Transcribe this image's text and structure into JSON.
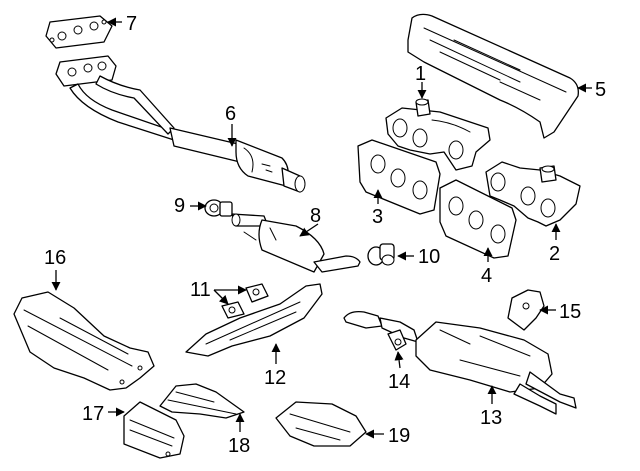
{
  "diagram": {
    "type": "exploded parts diagram",
    "callouts": [
      {
        "id": "1",
        "label": "1"
      },
      {
        "id": "2",
        "label": "2"
      },
      {
        "id": "3",
        "label": "3"
      },
      {
        "id": "4",
        "label": "4"
      },
      {
        "id": "5",
        "label": "5"
      },
      {
        "id": "6",
        "label": "6"
      },
      {
        "id": "7",
        "label": "7"
      },
      {
        "id": "8",
        "label": "8"
      },
      {
        "id": "9",
        "label": "9"
      },
      {
        "id": "10",
        "label": "10"
      },
      {
        "id": "11",
        "label": "11"
      },
      {
        "id": "12",
        "label": "12"
      },
      {
        "id": "13",
        "label": "13"
      },
      {
        "id": "14",
        "label": "14"
      },
      {
        "id": "15",
        "label": "15"
      },
      {
        "id": "16",
        "label": "16"
      },
      {
        "id": "17",
        "label": "17"
      },
      {
        "id": "18",
        "label": "18"
      },
      {
        "id": "19",
        "label": "19"
      }
    ]
  }
}
